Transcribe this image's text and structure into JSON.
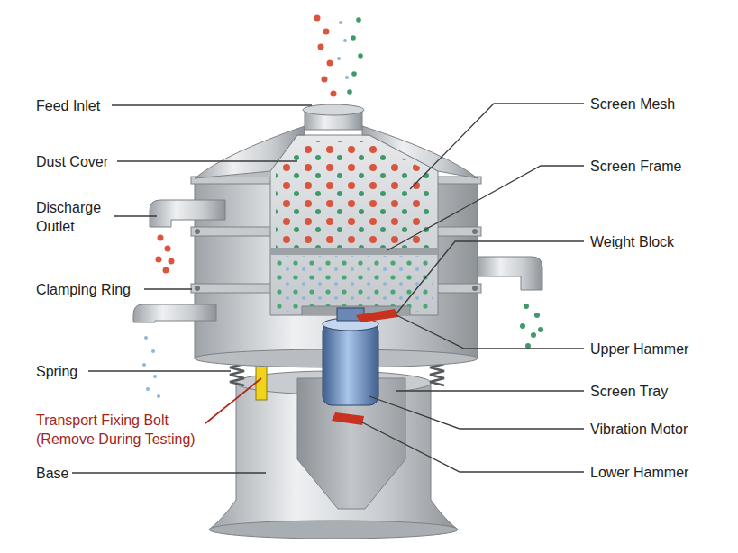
{
  "diagram": {
    "labels": [
      "Feed Inlet",
      "Dust Cover",
      "Discharge Outlet",
      "Clamping Ring",
      "Spring",
      "Transport Fixing Bolt (Remove During Testing)",
      "Base",
      "Screen Mesh",
      "Screen Frame",
      "Weight Block",
      "Upper Hammer",
      "Screen Tray",
      "Vibration Motor",
      "Lower Hammer"
    ]
  }
}
